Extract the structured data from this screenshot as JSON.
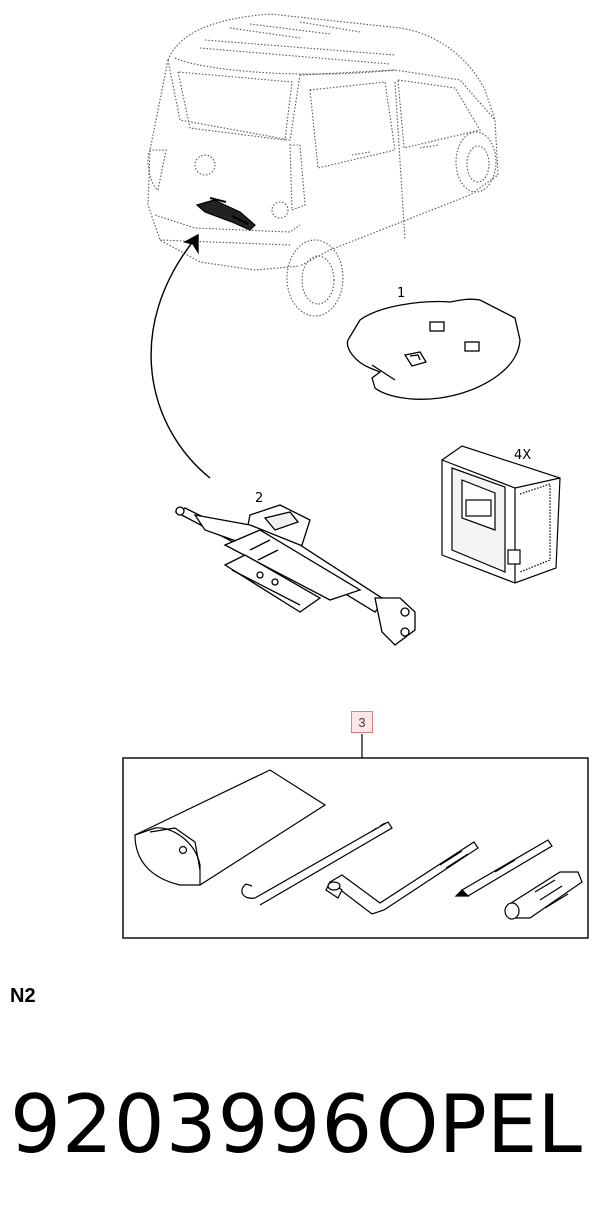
{
  "diagram": {
    "callouts": {
      "mat": "1",
      "jack": "2",
      "toolkit": "3",
      "block_qty": "4X"
    }
  },
  "footer": {
    "variant_code": "N2",
    "part_number": "9203996",
    "brand": "OPEL"
  }
}
